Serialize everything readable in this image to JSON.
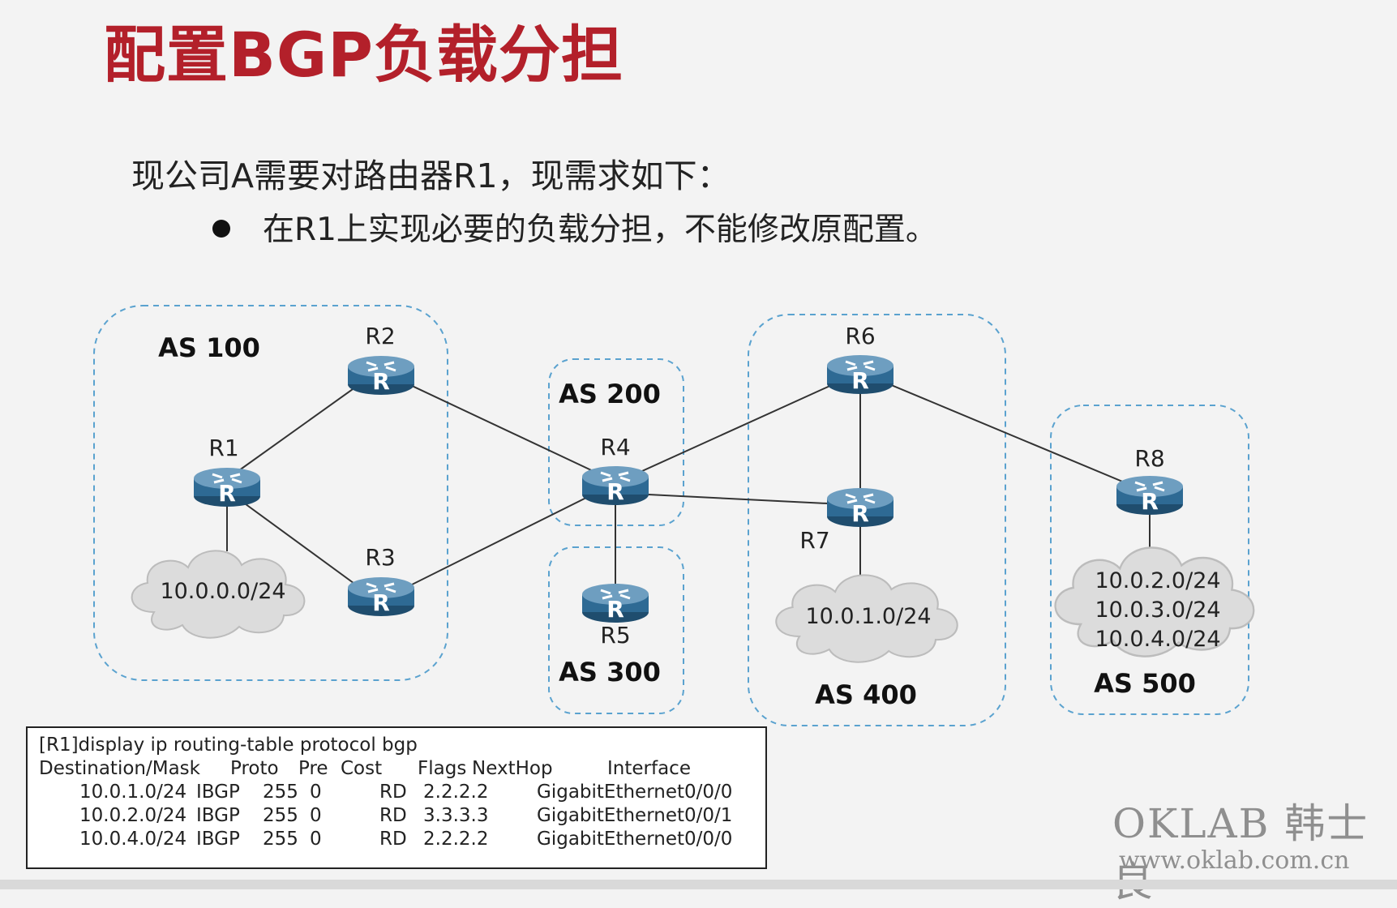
{
  "slide": {
    "title": "配置BGP负载分担",
    "intro": "现公司A需要对路由器R1，现需求如下：",
    "requirement": "在R1上实现必要的负载分担，不能修改原配置。"
  },
  "diagram": {
    "router_icon_letter": "R",
    "as_groups": [
      {
        "label": "AS 100"
      },
      {
        "label": "AS 200"
      },
      {
        "label": "AS 300"
      },
      {
        "label": "AS 400"
      },
      {
        "label": "AS 500"
      }
    ],
    "routers": [
      "R1",
      "R2",
      "R3",
      "R4",
      "R5",
      "R6",
      "R7",
      "R8"
    ],
    "networks": {
      "as100": "10.0.0.0/24",
      "as400": "10.0.1.0/24",
      "as500": [
        "10.0.2.0/24",
        "10.0.3.0/24",
        "10.0.4.0/24"
      ]
    }
  },
  "routing_table": {
    "command": "[R1]display ip routing-table protocol bgp",
    "headers": [
      "Destination/Mask",
      "Proto",
      "Pre",
      "Cost",
      "Flags",
      "NextHop",
      "Interface"
    ],
    "rows": [
      {
        "destination": "10.0.1.0/24",
        "proto": "IBGP",
        "pre": "255",
        "cost": "0",
        "flags": "RD",
        "nexthop": "2.2.2.2",
        "interface": "GigabitEthernet0/0/0"
      },
      {
        "destination": "10.0.2.0/24",
        "proto": "IBGP",
        "pre": "255",
        "cost": "0",
        "flags": "RD",
        "nexthop": "3.3.3.3",
        "interface": "GigabitEthernet0/0/1"
      },
      {
        "destination": "10.0.4.0/24",
        "proto": "IBGP",
        "pre": "255",
        "cost": "0",
        "flags": "RD",
        "nexthop": "2.2.2.2",
        "interface": "GigabitEthernet0/0/0"
      }
    ]
  },
  "watermark": {
    "brand": "OKLAB 韩士良",
    "url": "www.oklab.com.cn"
  }
}
